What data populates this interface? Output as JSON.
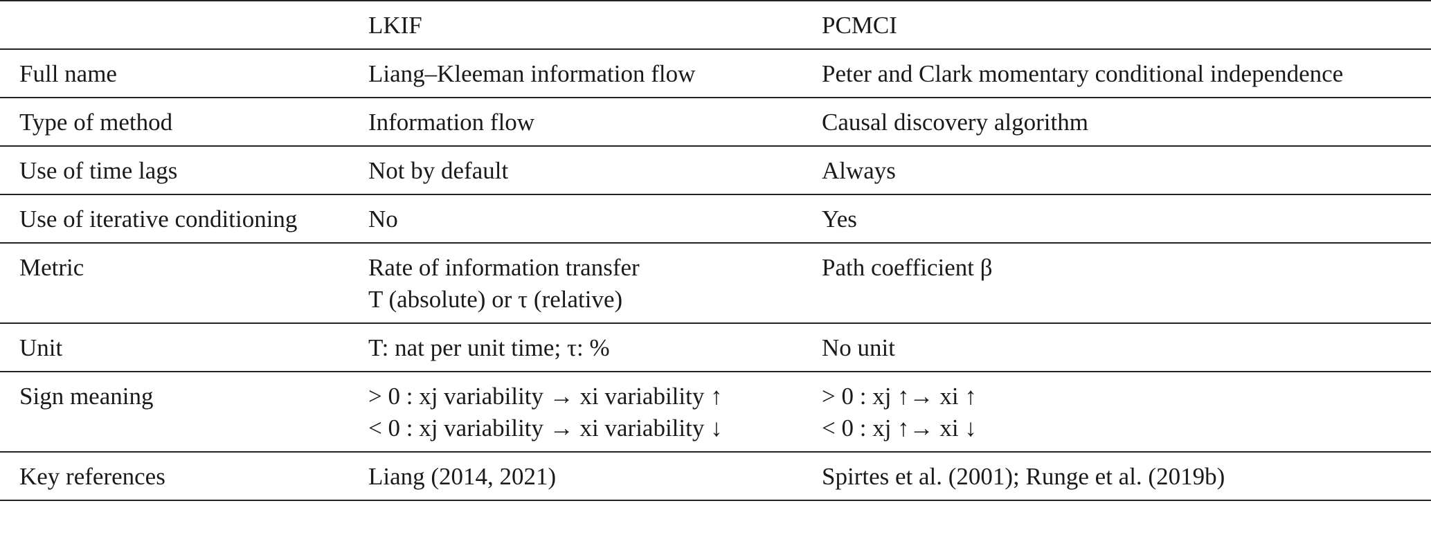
{
  "header": {
    "col1": "",
    "col2": "LKIF",
    "col3": "PCMCI"
  },
  "rows": [
    {
      "label": "Full name",
      "lkif": [
        "Liang–Kleeman information flow"
      ],
      "pcmci": [
        "Peter and Clark momentary conditional independence"
      ]
    },
    {
      "label": "Type of method",
      "lkif": [
        "Information flow"
      ],
      "pcmci": [
        "Causal discovery algorithm"
      ]
    },
    {
      "label": "Use of time lags",
      "lkif": [
        "Not by default"
      ],
      "pcmci": [
        "Always"
      ]
    },
    {
      "label": "Use of iterative conditioning",
      "lkif": [
        "No"
      ],
      "pcmci": [
        "Yes"
      ]
    },
    {
      "label": "Metric",
      "lkif": [
        "Rate of information transfer",
        "T (absolute) or τ (relative)"
      ],
      "pcmci": [
        "Path coefficient β"
      ]
    },
    {
      "label": "Unit",
      "lkif": [
        "T: nat per unit time; τ: %"
      ],
      "pcmci": [
        "No unit"
      ]
    },
    {
      "label": "Sign meaning",
      "lkif": [
        "> 0 : xj variability → xi variability ↑",
        "< 0 : xj variability → xi variability ↓"
      ],
      "pcmci": [
        "> 0 : xj ↑→ xi ↑",
        "< 0 : xj ↑→ xi ↓"
      ]
    },
    {
      "label": "Key references",
      "lkif": [
        "Liang (2014, 2021)"
      ],
      "pcmci": [
        "Spirtes et al. (2001); Runge et al. (2019b)"
      ]
    }
  ]
}
